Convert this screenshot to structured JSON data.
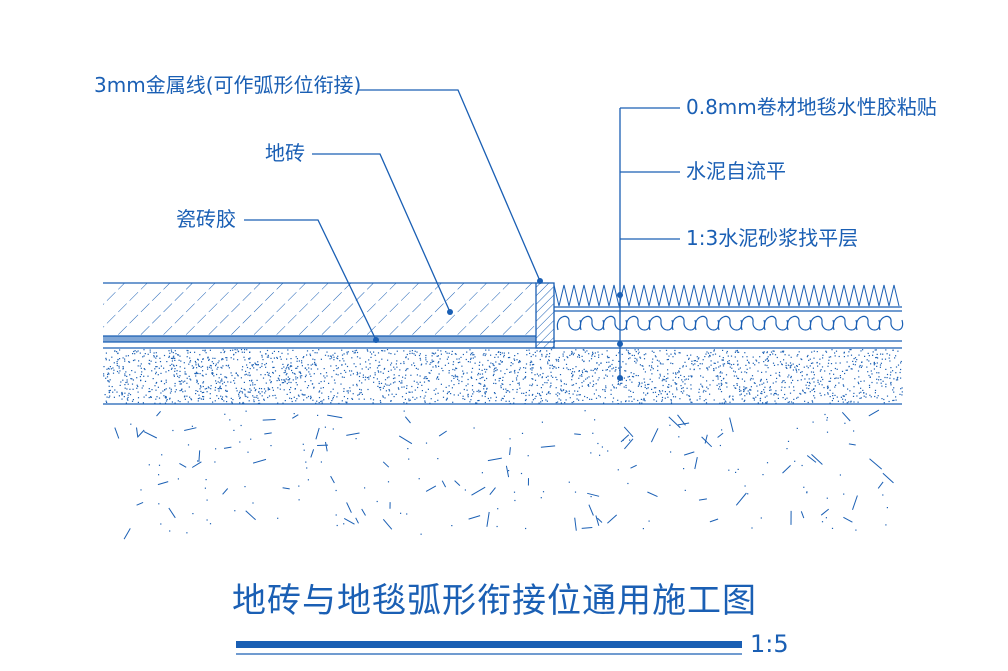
{
  "colors": {
    "line": "#1a5fb4",
    "background": "#ffffff"
  },
  "labels": {
    "metal_strip": "3mm金属线(可作弧形位衔接)",
    "floor_tile": "地砖",
    "tile_adhesive": "瓷砖胶",
    "carpet": "0.8mm卷材地毯水性胶粘贴",
    "self_leveling": "水泥自流平",
    "mortar_bed": "1:3水泥砂浆找平层"
  },
  "title": "地砖与地毯弧形衔接位通用施工图",
  "scale": "1:5"
}
